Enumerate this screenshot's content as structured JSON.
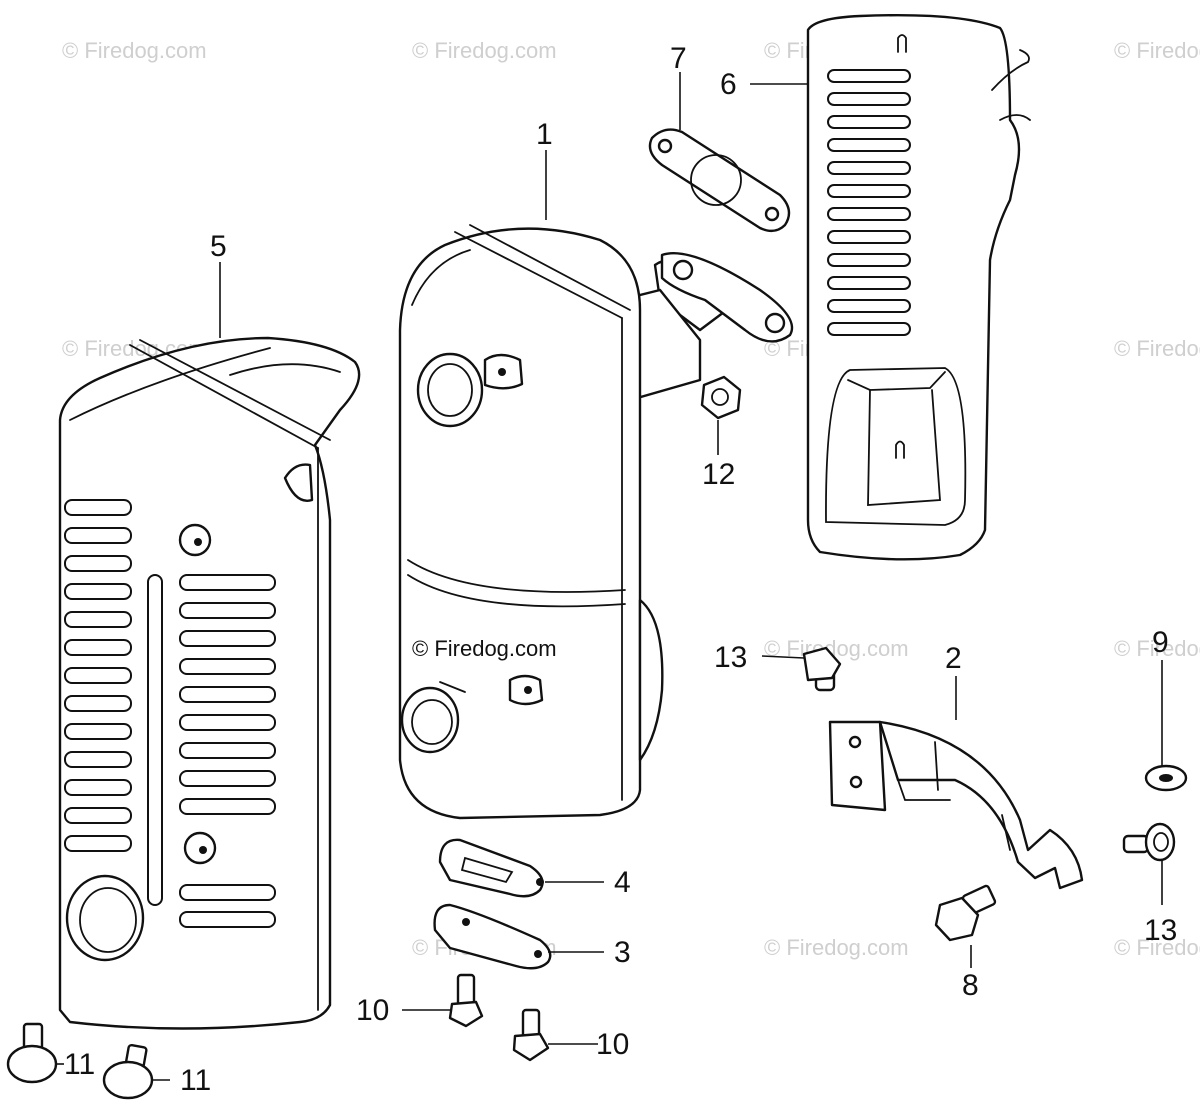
{
  "watermark": {
    "text": "© Firedog.com",
    "center_text": "© Firedog.com"
  },
  "callouts": {
    "c1": "1",
    "c2": "2",
    "c3": "3",
    "c4": "4",
    "c5": "5",
    "c6": "6",
    "c7": "7",
    "c8": "8",
    "c9": "9",
    "c10a": "10",
    "c10b": "10",
    "c11a": "11",
    "c11b": "11",
    "c12": "12",
    "c13a": "13",
    "c13b": "13"
  }
}
